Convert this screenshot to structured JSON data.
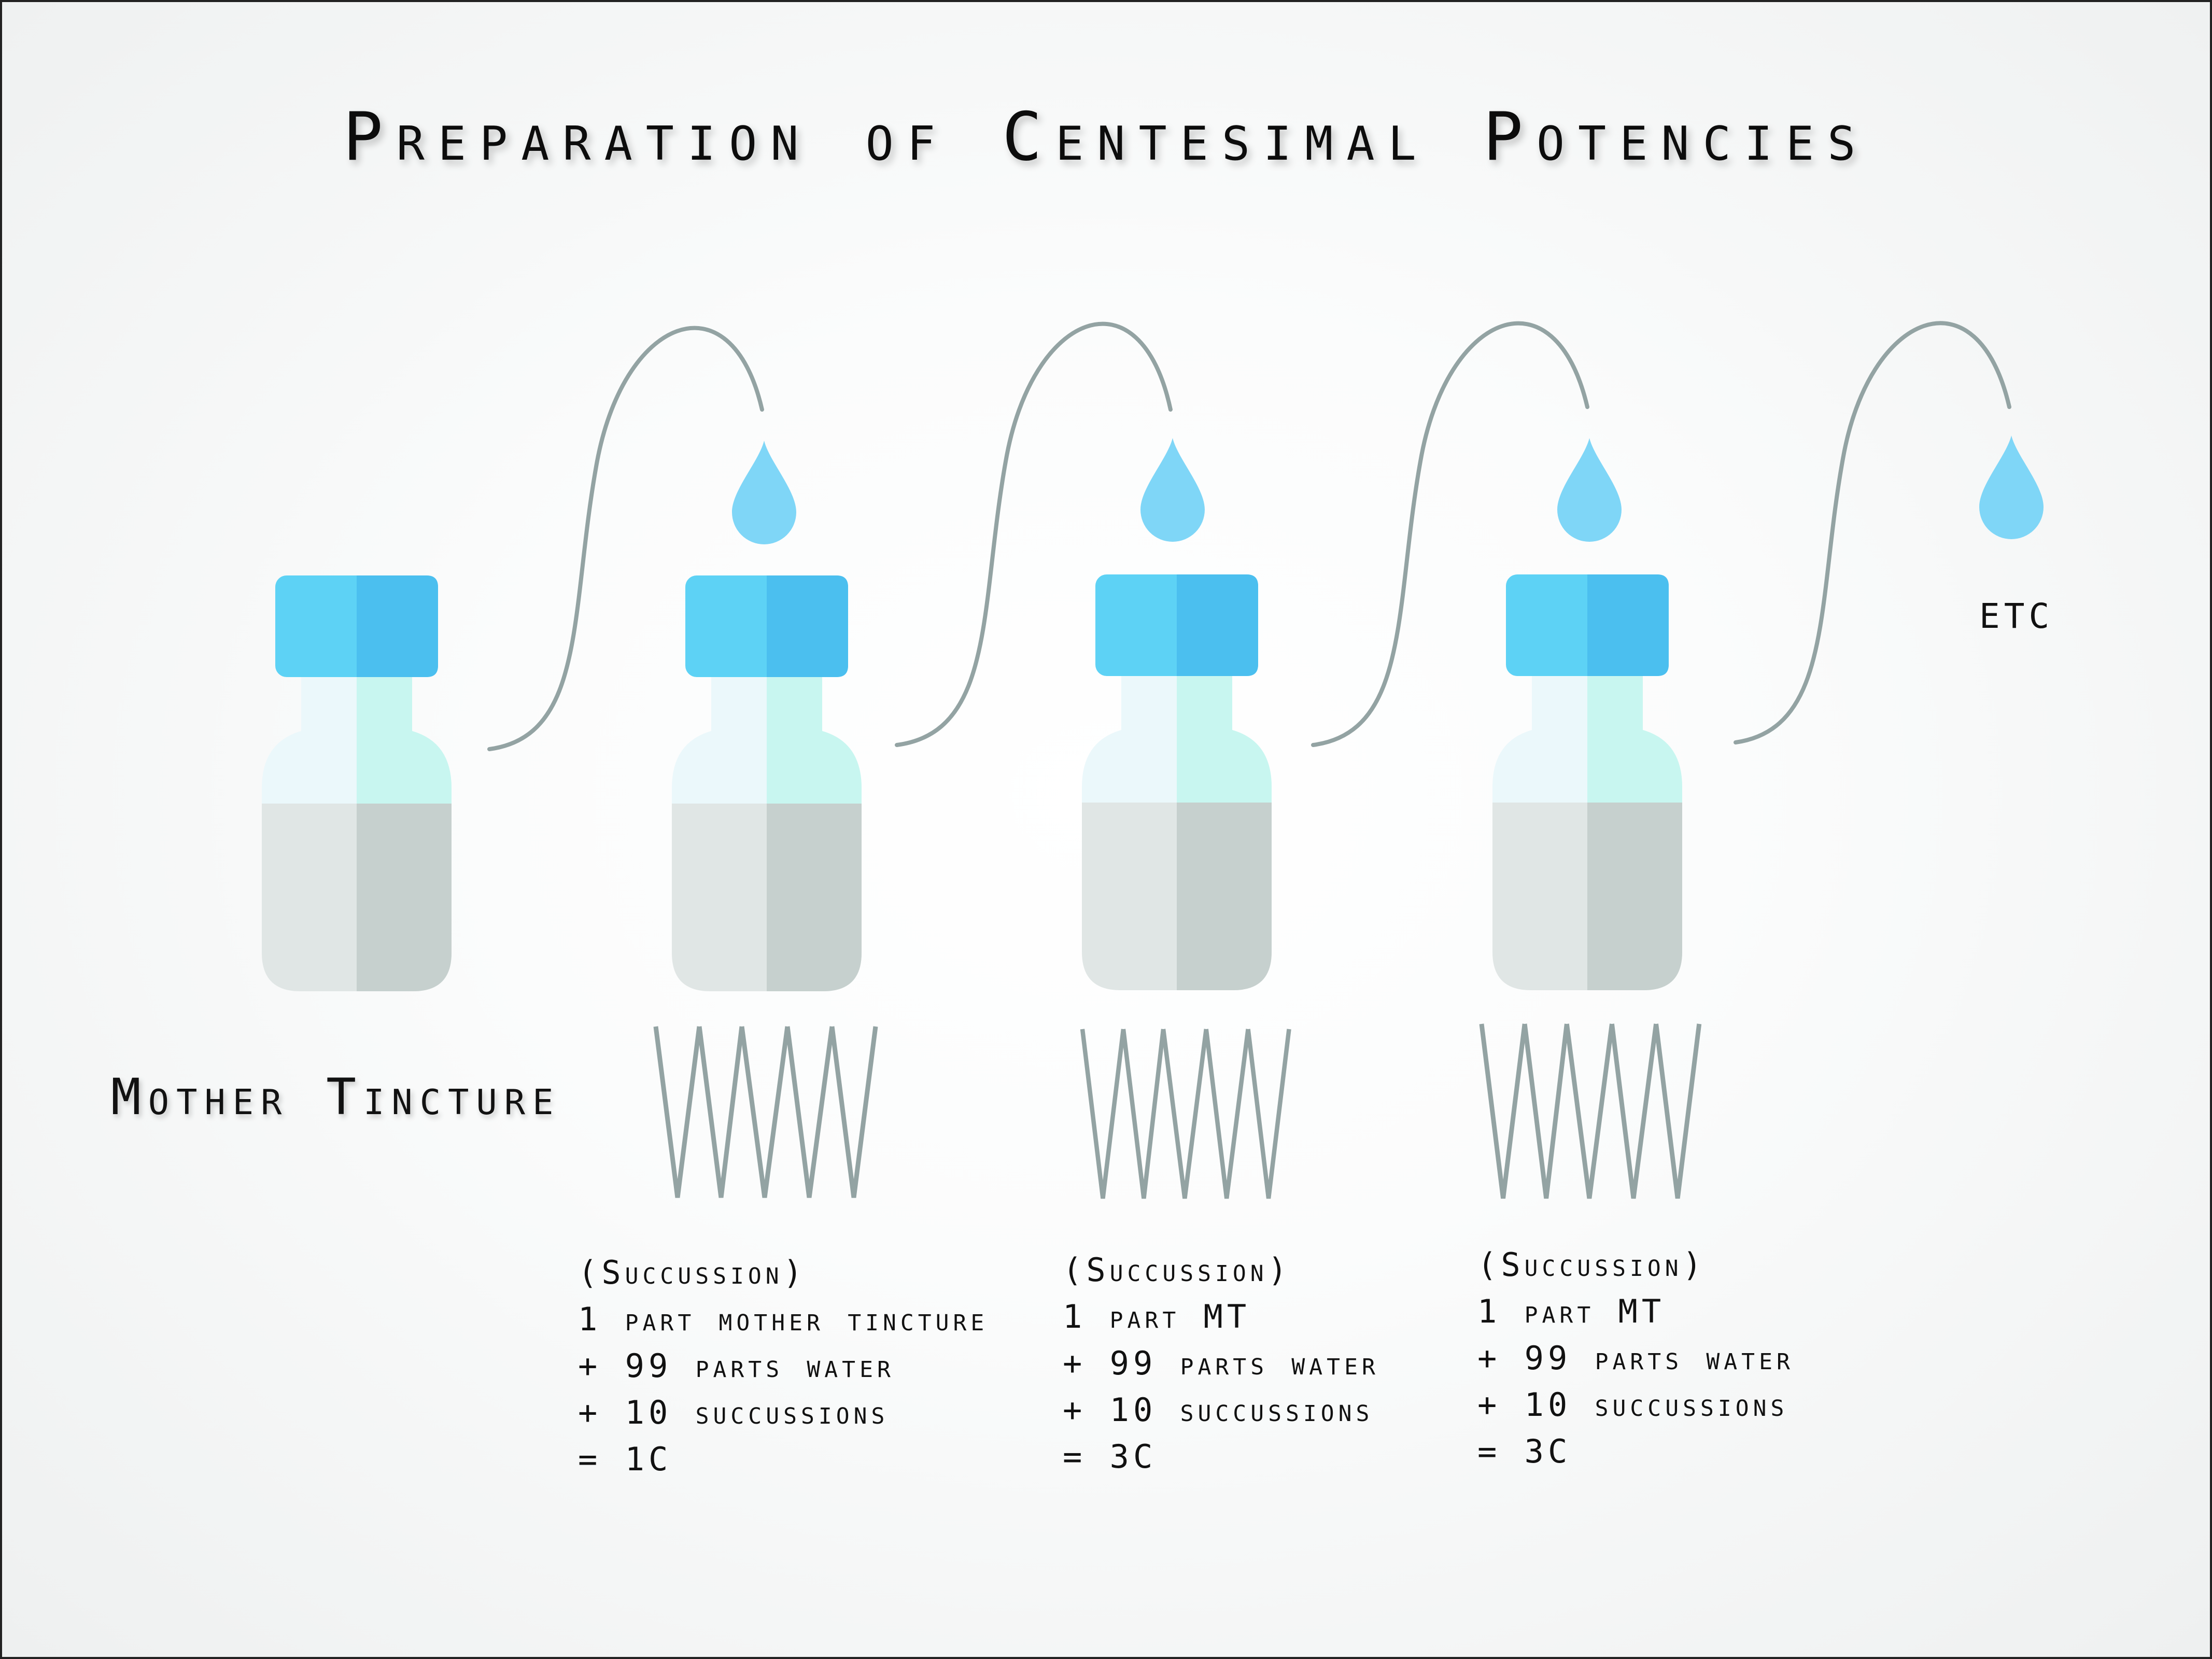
{
  "title": "Preparation of Centesimal Potencies",
  "mother_label": "Mother Tincture",
  "etc_label": "ETC",
  "colors": {
    "cap_light": "#5dd2f5",
    "cap_dark": "#4bbfef",
    "neck_light": "#ebf8fb",
    "neck_dark": "#c8f6f0",
    "liquid_light": "#e0e6e5",
    "liquid_dark": "#c6d0ce",
    "drop": "#7fd6f7",
    "line": "#93a3a3"
  },
  "icons": [
    "bottle-icon",
    "drop-icon",
    "succussion-zigzag-icon"
  ],
  "steps": [
    {
      "heading": "(Succussion)",
      "line1": "1 part mother tincture",
      "line2": "+ 99 parts water",
      "line3": "+ 10 succussions",
      "result": "= 1C"
    },
    {
      "heading": "(Succussion)",
      "line1": "1 part MT",
      "line2": "+ 99 parts water",
      "line3": "+ 10 succussions",
      "result": "= 3C"
    },
    {
      "heading": "(Succussion)",
      "line1": "1 part MT",
      "line2": "+ 99 parts water",
      "line3": "+ 10 succussions",
      "result": "= 3C"
    }
  ]
}
